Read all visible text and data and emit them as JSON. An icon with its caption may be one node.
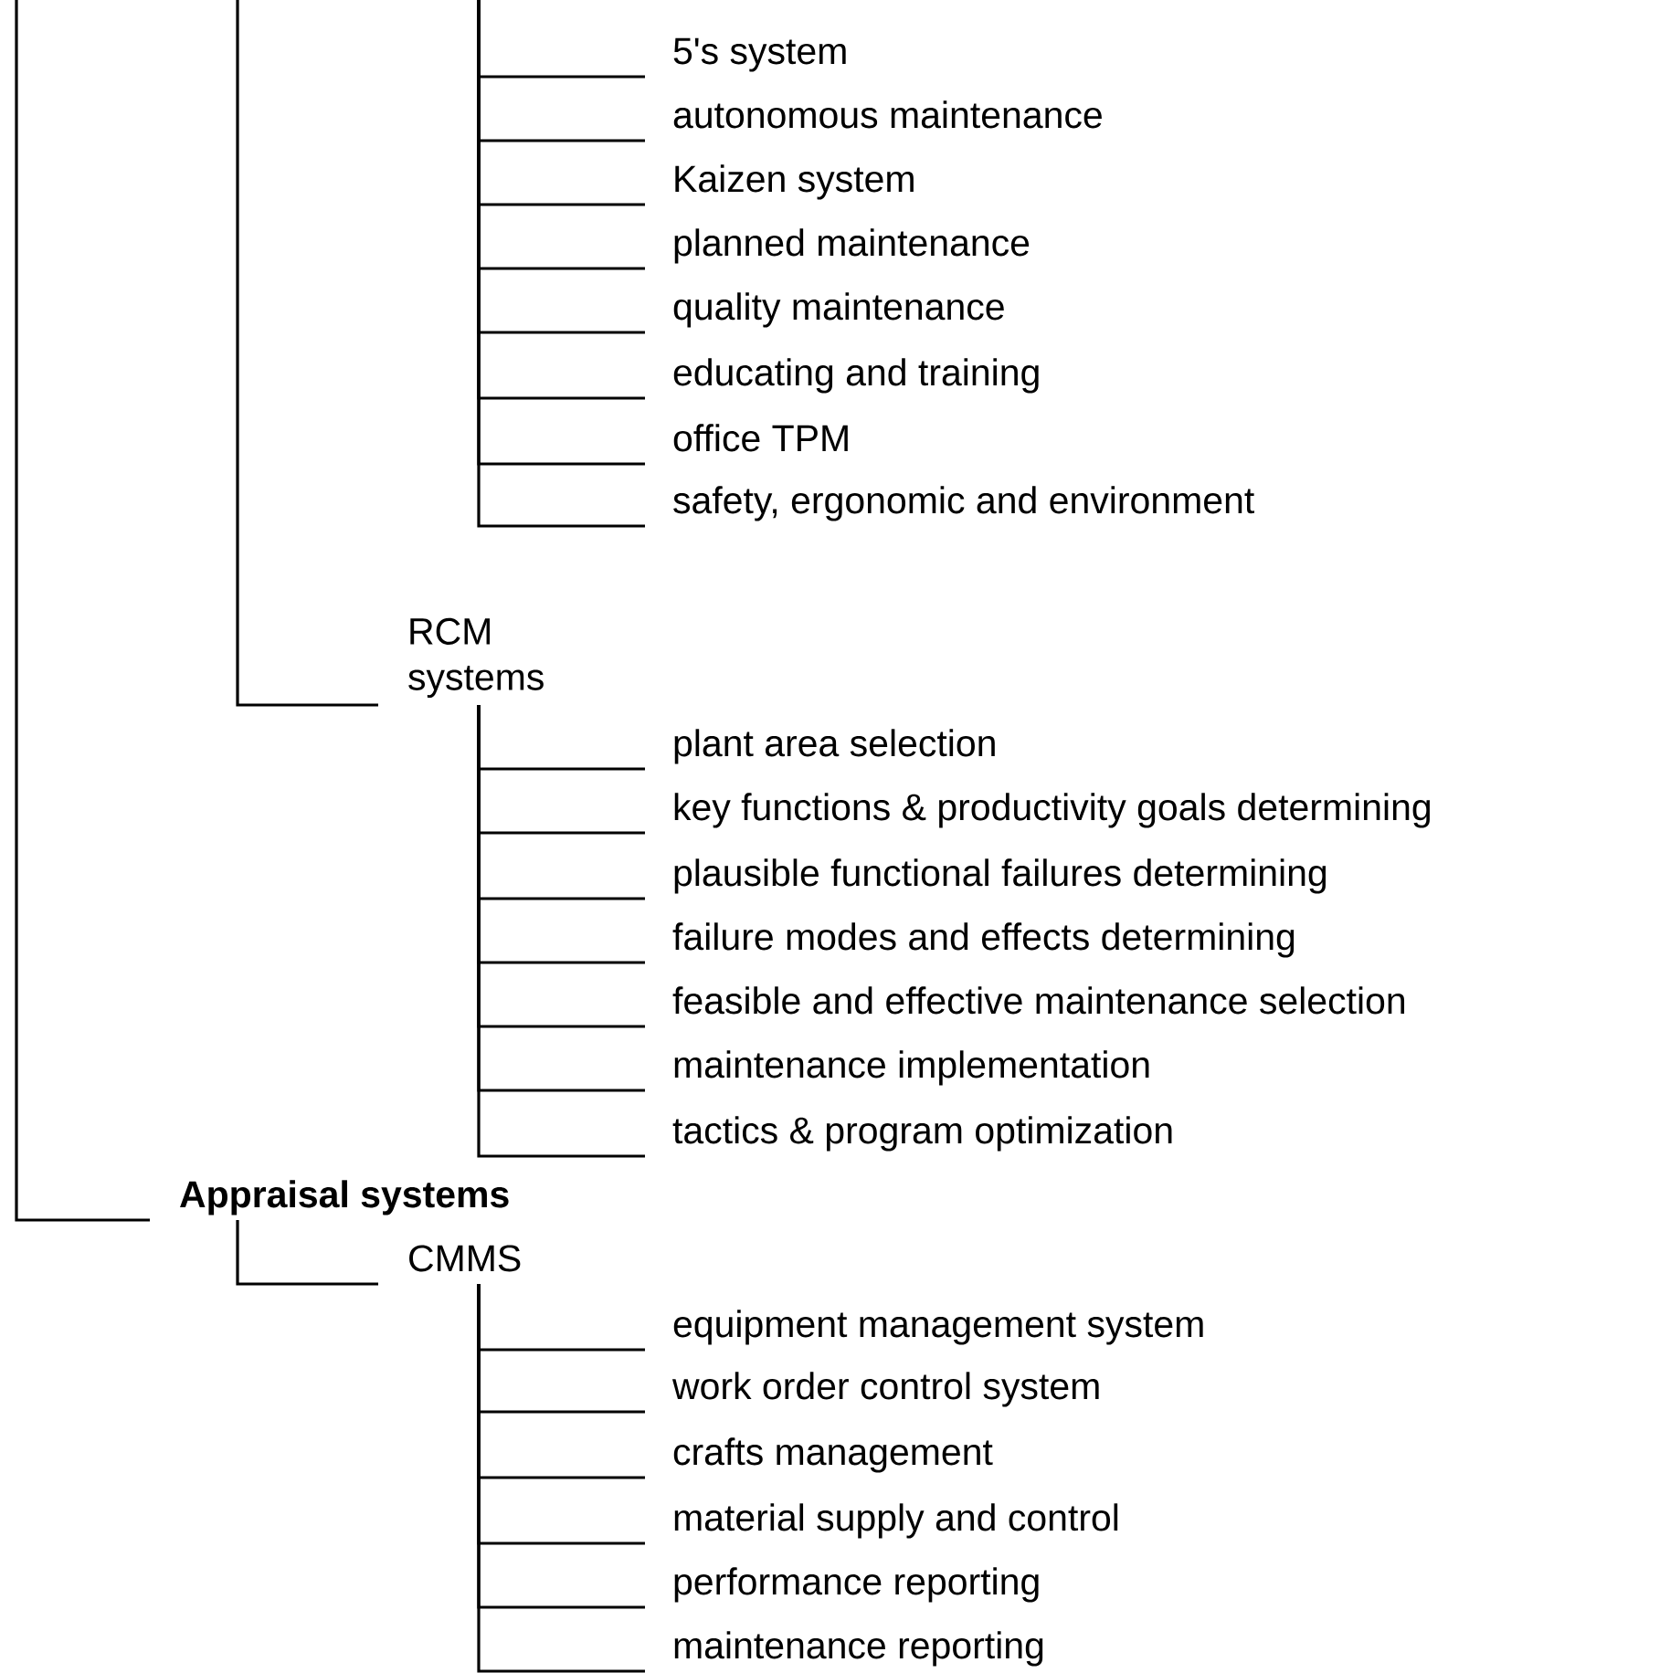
{
  "diagram": {
    "nodes": [
      {
        "text": [
          "5's system"
        ]
      },
      {
        "text": [
          "autonomous maintenance"
        ]
      },
      {
        "text": [
          "Kaizen system"
        ]
      },
      {
        "text": [
          "planned maintenance"
        ]
      },
      {
        "text": [
          "quality maintenance"
        ]
      },
      {
        "text": [
          "educating and training"
        ]
      },
      {
        "text": [
          "office TPM"
        ]
      },
      {
        "text": [
          "safety, ergonomic and environment"
        ]
      },
      {
        "text": [
          "RCM systems"
        ]
      },
      {
        "text": [
          "plant area selection"
        ]
      },
      {
        "text": [
          "key functions & productivity goals determining"
        ]
      },
      {
        "text": [
          "plausible functional failures determining"
        ]
      },
      {
        "text": [
          "failure modes and effects determining"
        ]
      },
      {
        "text": [
          "feasible and effective maintenance selection"
        ]
      },
      {
        "text": [
          "maintenance implementation"
        ]
      },
      {
        "text": [
          "tactics & program optimization"
        ]
      },
      {
        "text": [
          "**Appraisal systems**"
        ]
      },
      {
        "text": [
          "CMMS"
        ]
      },
      {
        "text": [
          "equipment management system"
        ]
      },
      {
        "text": [
          "work order control system"
        ]
      },
      {
        "text": [
          "crafts management"
        ]
      },
      {
        "text": [
          "material supply and control"
        ]
      },
      {
        "text": [
          "performance reporting"
        ]
      },
      {
        "text": [
          "maintenance reporting"
        ]
      }
    ],
    "edges": [
      {
        "from": null,
        "to": 0,
        "arrow": "none"
      },
      {
        "from": null,
        "to": 1,
        "arrow": "none"
      },
      {
        "from": null,
        "to": 2,
        "arrow": "none"
      },
      {
        "from": null,
        "to": 3,
        "arrow": "none"
      },
      {
        "from": null,
        "to": 4,
        "arrow": "none"
      },
      {
        "from": null,
        "to": 5,
        "arrow": "none"
      },
      {
        "from": null,
        "to": 6,
        "arrow": "none"
      },
      {
        "from": null,
        "to": 7,
        "arrow": "none"
      },
      {
        "from": null,
        "to": 8,
        "arrow": "none"
      },
      {
        "from": 8,
        "to": 9,
        "arrow": "none"
      },
      {
        "from": 8,
        "to": 10,
        "arrow": "none"
      },
      {
        "from": 8,
        "to": 11,
        "arrow": "none"
      },
      {
        "from": 8,
        "to": 12,
        "arrow": "none"
      },
      {
        "from": 8,
        "to": 13,
        "arrow": "none"
      },
      {
        "from": 8,
        "to": 14,
        "arrow": "none"
      },
      {
        "from": 8,
        "to": 15,
        "arrow": "none"
      },
      {
        "from": null,
        "to": 16,
        "arrow": "none"
      },
      {
        "from": 16,
        "to": 17,
        "arrow": "none"
      },
      {
        "from": 17,
        "to": 18,
        "arrow": "none"
      },
      {
        "from": 17,
        "to": 19,
        "arrow": "none"
      },
      {
        "from": 17,
        "to": 20,
        "arrow": "none"
      },
      {
        "from": 17,
        "to": 21,
        "arrow": "none"
      },
      {
        "from": 17,
        "to": 22,
        "arrow": "none"
      },
      {
        "from": 17,
        "to": 23,
        "arrow": "none"
      }
    ]
  }
}
